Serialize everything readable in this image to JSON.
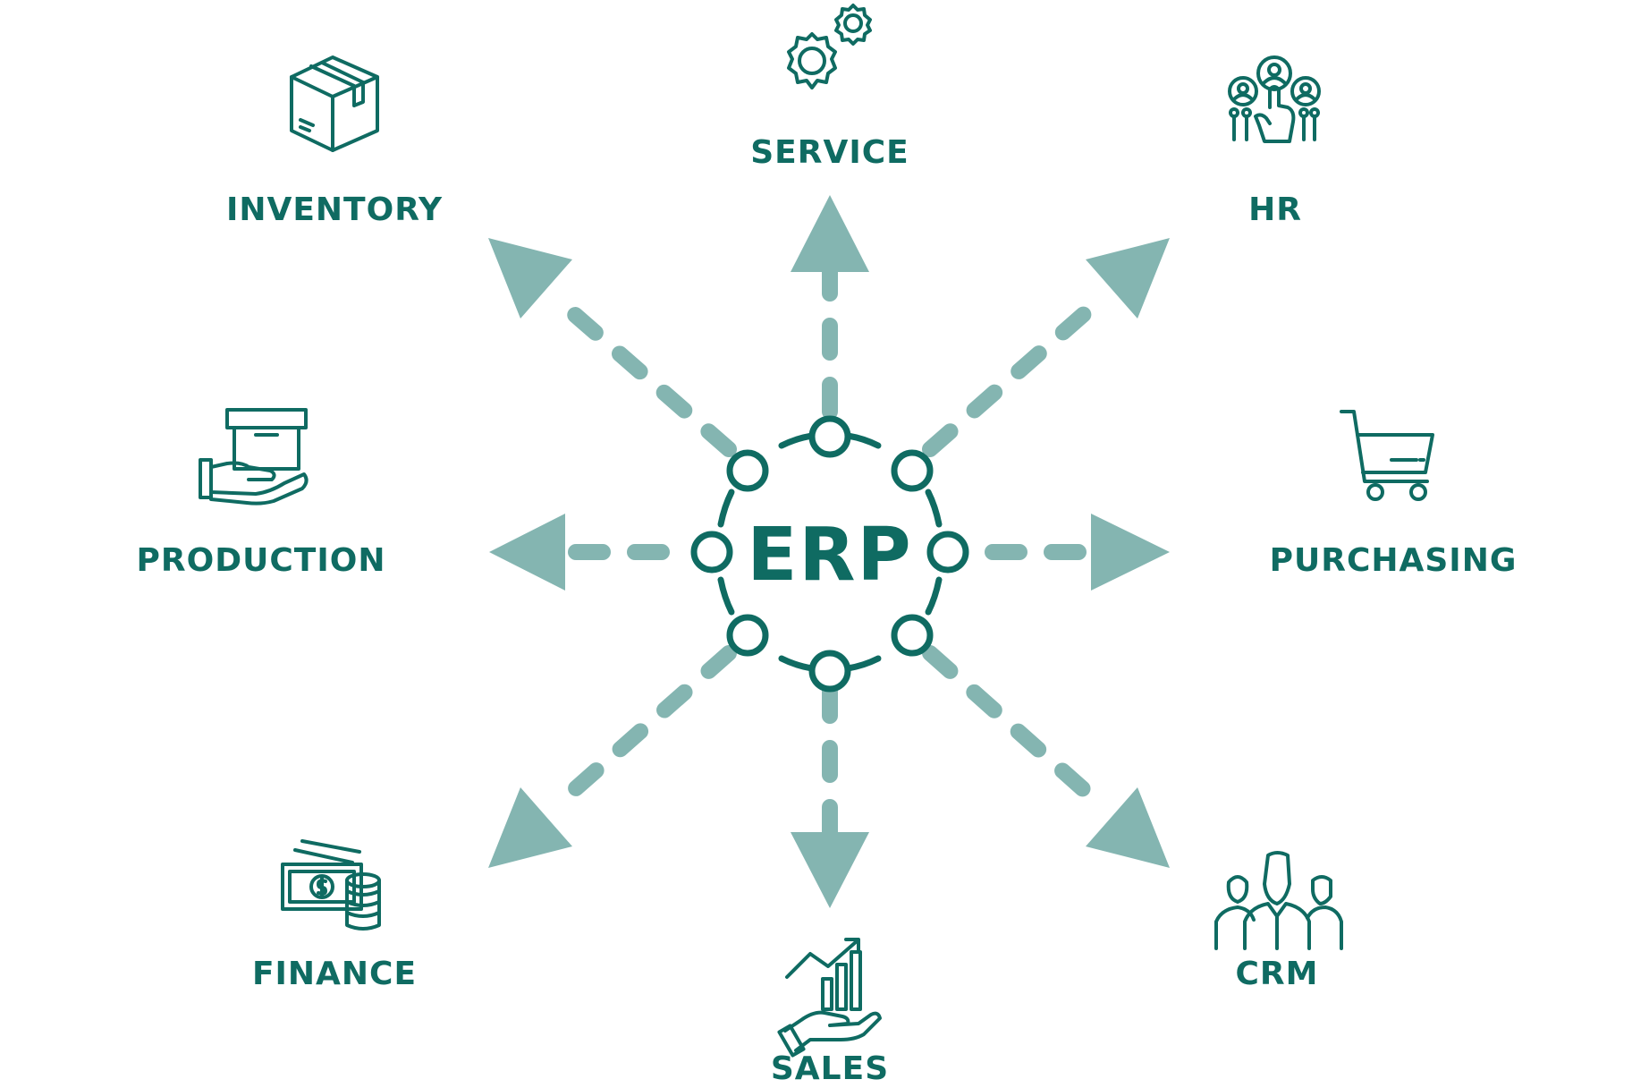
{
  "colors": {
    "primary": "#0f6b62",
    "arrow": "#84b5b1",
    "background": "#ffffff"
  },
  "center": {
    "label": "ERP"
  },
  "modules": {
    "service": {
      "label": "SERVICE",
      "icon": "gears-icon"
    },
    "hr": {
      "label": "HR",
      "icon": "people-network-icon"
    },
    "purchasing": {
      "label": "PURCHASING",
      "icon": "shopping-cart-icon"
    },
    "crm": {
      "label": "CRM",
      "icon": "customer-group-icon"
    },
    "sales": {
      "label": "SALES",
      "icon": "sales-growth-icon"
    },
    "finance": {
      "label": "FINANCE",
      "icon": "money-coins-icon"
    },
    "production": {
      "label": "PRODUCTION",
      "icon": "hand-box-icon"
    },
    "inventory": {
      "label": "INVENTORY",
      "icon": "package-box-icon"
    }
  }
}
